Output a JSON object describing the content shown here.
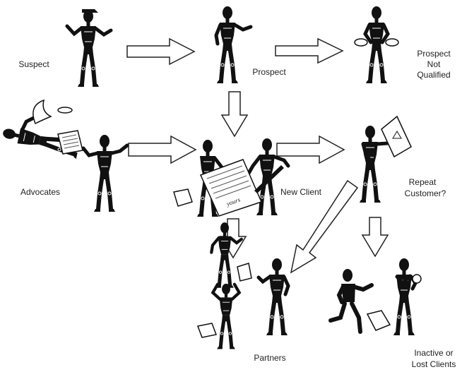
{
  "stages": {
    "suspect": "Suspect",
    "prospect": "Prospect",
    "not_qualified_1": "Prospect",
    "not_qualified_2": "Not",
    "not_qualified_3": "Qualified",
    "advocates": "Advocates",
    "new_client": "New Client",
    "repeat_1": "Repeat",
    "repeat_2": "Customer?",
    "partners": "Partners",
    "inactive_1": "Inactive or",
    "inactive_2": "Lost Clients"
  },
  "props": {
    "signature": "yours"
  },
  "colors": {
    "figure": "#111111",
    "arrow_stroke": "#222222",
    "arrow_fill": "#ffffff"
  }
}
